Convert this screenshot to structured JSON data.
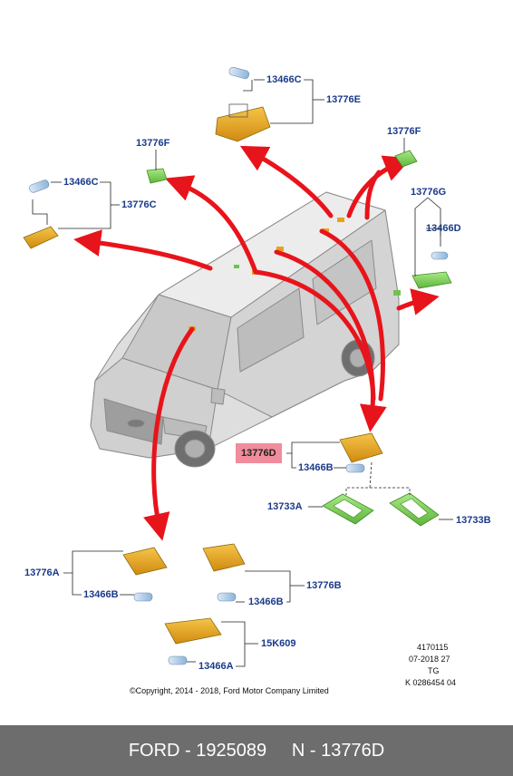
{
  "labels": {
    "l13466C_top": "13466C",
    "l13776E": "13776E",
    "l13776F_left": "13776F",
    "l13776F_right": "13776F",
    "l13466C_left": "13466C",
    "l13776C": "13776C",
    "l13776G": "13776G",
    "l13466D": "13466D",
    "l13776D": "13776D",
    "l13466B_mid": "13466B",
    "l13733A": "13733A",
    "l13733B": "13733B",
    "l13776A": "13776A",
    "l13466B_a": "13466B",
    "l13776B": "13776B",
    "l13466B_b": "13466B",
    "l15K609": "15K609",
    "l13466A": "13466A"
  },
  "meta": {
    "line1": "4170115",
    "line2": "07-2018 27",
    "line3": "TG",
    "line4": "K 0286454 04"
  },
  "copyright": "©Copyright, 2014 - 2018, Ford Motor Company Limited",
  "footer": {
    "text": "FORD - 1925089     N - 13776D"
  },
  "colors": {
    "footer_bg": "#6d6d6d",
    "arrow": "#e8141b",
    "label_blue": "#1a3a8a",
    "highlight": "#f08c9b",
    "lamp_orange": "#e8a21a",
    "lamp_green": "#7dd35a",
    "bulb_blue": "#a9c9e8"
  }
}
